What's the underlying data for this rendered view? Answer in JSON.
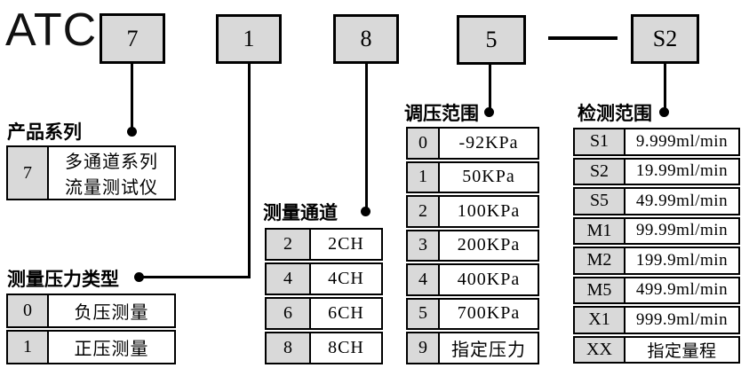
{
  "product_code": {
    "prefix": "ATC",
    "segments": [
      "7",
      "1",
      "8",
      "5",
      "S2"
    ],
    "separator": "—"
  },
  "tables": {
    "product_series": {
      "label": "产品系列",
      "rows": [
        {
          "code": "7",
          "desc": "多通道系列\n流量测试仪"
        }
      ]
    },
    "pressure_type": {
      "label": "测量压力类型",
      "rows": [
        {
          "code": "0",
          "desc": "负压测量"
        },
        {
          "code": "1",
          "desc": "正压测量"
        }
      ]
    },
    "channels": {
      "label": "测量通道",
      "rows": [
        {
          "code": "2",
          "desc": "2CH"
        },
        {
          "code": "4",
          "desc": "4CH"
        },
        {
          "code": "6",
          "desc": "6CH"
        },
        {
          "code": "8",
          "desc": "8CH"
        }
      ]
    },
    "pressure_range": {
      "label": "调压范围",
      "rows": [
        {
          "code": "0",
          "desc": "-92KPa"
        },
        {
          "code": "1",
          "desc": "50KPa"
        },
        {
          "code": "2",
          "desc": "100KPa"
        },
        {
          "code": "3",
          "desc": "200KPa"
        },
        {
          "code": "4",
          "desc": "400KPa"
        },
        {
          "code": "5",
          "desc": "700KPa"
        },
        {
          "code": "9",
          "desc": "指定压力"
        }
      ]
    },
    "detection_range": {
      "label": "检测范围",
      "rows": [
        {
          "code": "S1",
          "desc": "9.999ml/min"
        },
        {
          "code": "S2",
          "desc": "19.99ml/min"
        },
        {
          "code": "S5",
          "desc": "49.99ml/min"
        },
        {
          "code": "M1",
          "desc": "99.99ml/min"
        },
        {
          "code": "M2",
          "desc": "199.9ml/min"
        },
        {
          "code": "M5",
          "desc": "499.9ml/min"
        },
        {
          "code": "X1",
          "desc": "999.9ml/min"
        },
        {
          "code": "XX",
          "desc": "指定量程"
        }
      ]
    }
  },
  "colors": {
    "box_fill": "#d9d9d9",
    "line": "#000000",
    "text": "#000000",
    "background": "#ffffff"
  }
}
